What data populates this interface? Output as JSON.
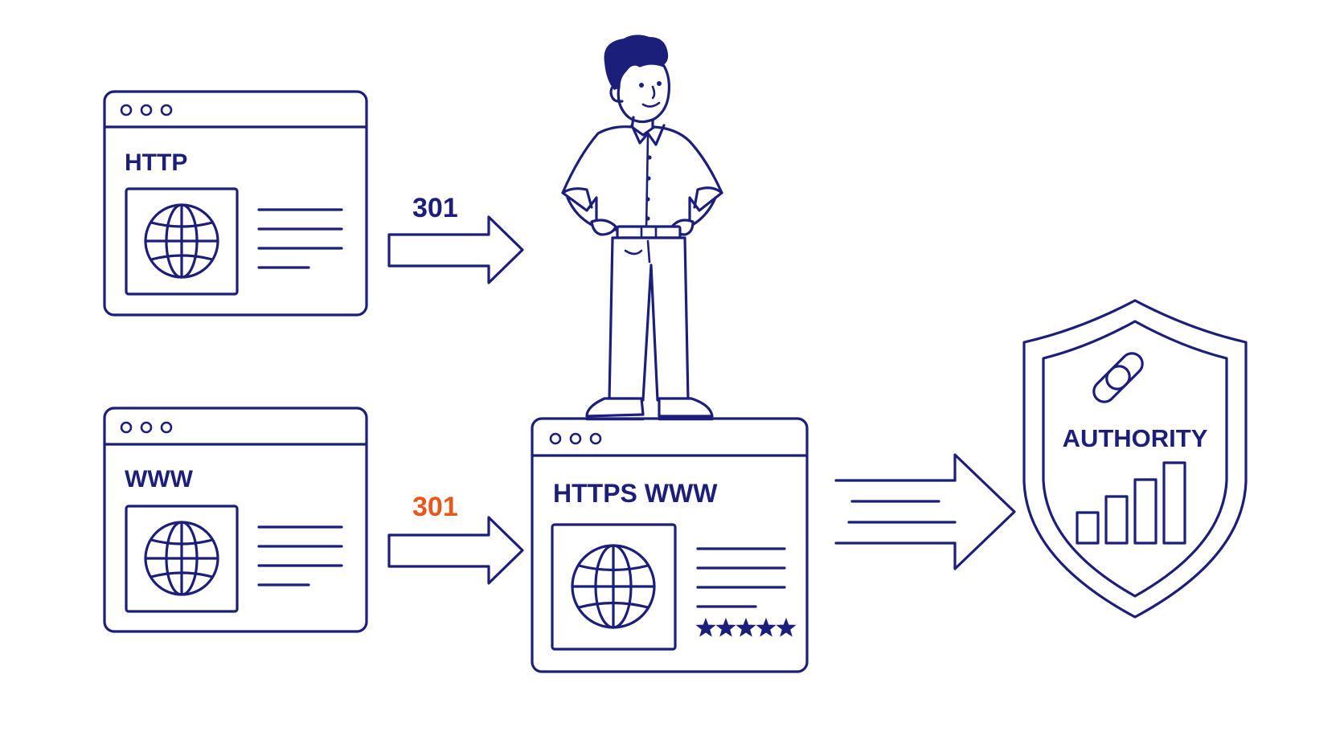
{
  "colors": {
    "ink": "#1b1f7a",
    "accent": "#e8581c",
    "background": "#ffffff"
  },
  "windows": {
    "http": {
      "label": "HTTP",
      "icon": "globe-icon"
    },
    "www": {
      "label": "WWW",
      "icon": "globe-icon"
    },
    "https_www": {
      "label": "HTTPS WWW",
      "icon": "globe-icon",
      "rating": {
        "stars": 5,
        "max": 5
      }
    }
  },
  "redirects": {
    "top": {
      "code": "301"
    },
    "bottom": {
      "code": "301"
    }
  },
  "shield": {
    "label": "AUTHORITY",
    "icons": [
      "link-icon",
      "bar-chart-icon"
    ]
  }
}
